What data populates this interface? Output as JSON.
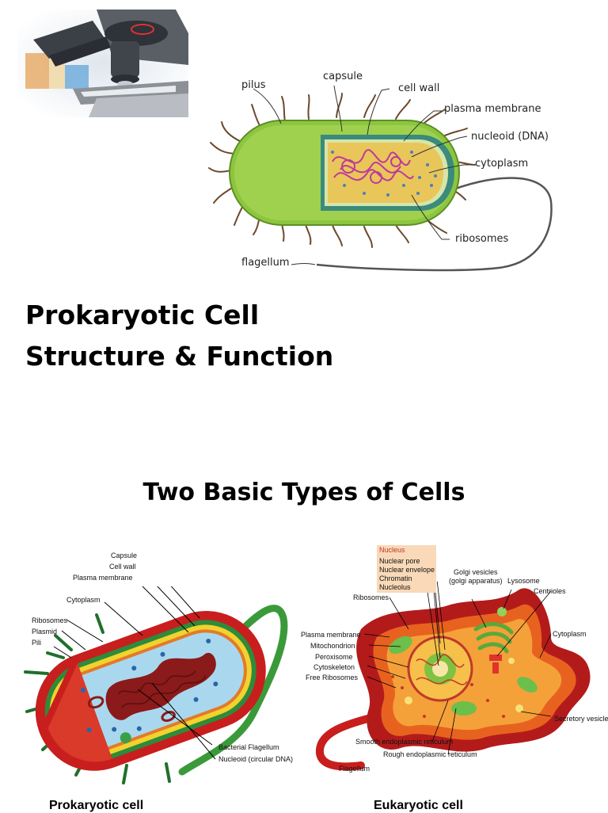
{
  "slide1": {
    "title_line1": "Prokaryotic Cell",
    "title_line2": "Structure & Function",
    "labels": {
      "pilus": "pilus",
      "capsule": "capsule",
      "cell_wall": "cell wall",
      "plasma_membrane": "plasma membrane",
      "nucleoid": "nucleoid (DNA)",
      "cytoplasm": "cytoplasm",
      "ribosomes": "ribosomes",
      "flagellum": "flagellum"
    }
  },
  "slide2": {
    "heading": "Two Basic Types of Cells",
    "prokaryote": {
      "caption": "Prokaryotic cell",
      "labels": {
        "capsule": "Capsule",
        "cell_wall": "Cell wall",
        "plasma_membrane": "Plasma membrane",
        "cytoplasm": "Cytoplasm",
        "ribosomes": "Ribosomes",
        "plasmid": "Plasmid",
        "pili": "Pili",
        "bacterial_flagellum": "Bacterial Flagellum",
        "nucleoid": "Nucleoid (circular DNA)"
      }
    },
    "eukaryote": {
      "caption": "Eukaryotic cell",
      "labels": {
        "nucleus": "Nucleus",
        "nuclear_pore": "Nuclear pore",
        "nuclear_envelope": "Nuclear envelope",
        "chromatin": "Chromatin",
        "nucleolus": "Nucleolus",
        "golgi_vesicles": "Golgi vesicles",
        "golgi_apparatus": "(golgi apparatus)",
        "lysosome": "Lysosome",
        "centrioles": "Centrioles",
        "ribosomes": "Ribosomes",
        "plasma_membrane": "Plasma membrane",
        "mitochondrion": "Mitochondrion",
        "peroxisome": "Peroxisome",
        "cytoskeleton": "Cytoskeleton",
        "free_ribosomes": "Free Ribosomes",
        "cytoplasm": "Cytoplasm",
        "secretory_vesicle": "Secretory vesicle",
        "smooth_er": "Smooth endoplasmic reticulum",
        "rough_er": "Rough endoplasmic reticulum",
        "flagellum": "Flagellum"
      }
    }
  },
  "colors": {
    "capsule_green": "#8cc63f",
    "cytoplasm_yellow": "#e8c65a",
    "dna_pink": "#c0399a",
    "cell_red": "#c81e1e",
    "wall_green": "#2e8b3a",
    "membrane_yellow": "#f2d22e",
    "cyto_blue": "#a9d8ee",
    "nucleus_box": "#f9d9b8"
  }
}
